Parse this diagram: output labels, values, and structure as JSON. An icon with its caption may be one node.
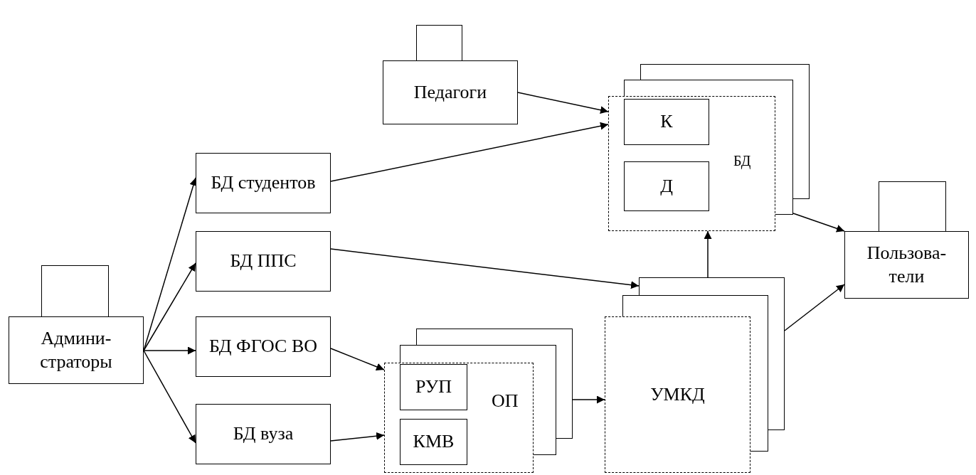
{
  "diagram": {
    "nodes": [
      {
        "text": [
          "Педагоги"
        ]
      },
      {
        "text": [
          "БД"
        ]
      },
      {
        "text": [
          "К"
        ],
        "in": 1
      },
      {
        "text": [
          "Д"
        ],
        "in": 1
      },
      {
        "text": [
          "БД студентов"
        ]
      },
      {
        "text": [
          "Пользова- тели"
        ]
      },
      {
        "text": [
          "БД ППС"
        ]
      },
      {
        "text": [
          "Админи- страторы"
        ]
      },
      {
        "text": [
          "БД ФГОС ВО"
        ]
      },
      {
        "text": [
          "ОП"
        ]
      },
      {
        "text": [
          "РУП"
        ],
        "in": 9
      },
      {
        "text": [
          "КМВ"
        ],
        "in": 9
      },
      {
        "text": [
          "БД вуза"
        ]
      },
      {
        "text": [
          "УМКД"
        ]
      }
    ],
    "edges": [
      {
        "from": 0,
        "to": 1,
        "arrow": "to"
      },
      {
        "from": 4,
        "to": 1,
        "arrow": "to"
      },
      {
        "from": 7,
        "to": 4,
        "arrow": "to"
      },
      {
        "from": 7,
        "to": 6,
        "arrow": "to"
      },
      {
        "from": 7,
        "to": 8,
        "arrow": "to"
      },
      {
        "from": 7,
        "to": 12,
        "arrow": "to"
      },
      {
        "from": 6,
        "to": 13,
        "arrow": "to"
      },
      {
        "from": 13,
        "to": 1,
        "arrow": "to"
      },
      {
        "from": 1,
        "to": 5,
        "arrow": "to"
      },
      {
        "from": 13,
        "to": 5,
        "arrow": "to"
      },
      {
        "from": 8,
        "to": 9,
        "arrow": "to"
      },
      {
        "from": 12,
        "to": 9,
        "arrow": "to"
      },
      {
        "from": 9,
        "to": 13,
        "arrow": "to"
      }
    ]
  }
}
